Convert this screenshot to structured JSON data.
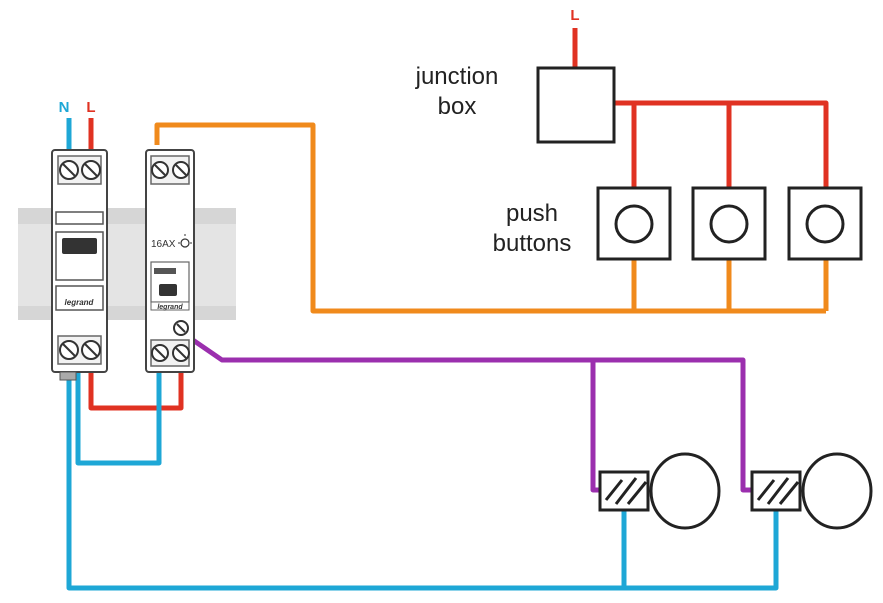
{
  "terminals": {
    "top_left_neutral": "N",
    "top_left_live": "L",
    "top_right_live": "L"
  },
  "labels": {
    "junction_box_line1": "junction",
    "junction_box_line2": "box",
    "push_buttons_line1": "push",
    "push_buttons_line2": "buttons"
  },
  "devices": {
    "relay_rating": "16AX",
    "brand": "legrand"
  },
  "colors": {
    "live": "#e03222",
    "neutral": "#1ea7d6",
    "control": "#f08a1c",
    "switched": "#9b2fae",
    "rail": "#d9d9d9"
  },
  "icons": {
    "relay_symbol": "light-bulb-icon"
  }
}
